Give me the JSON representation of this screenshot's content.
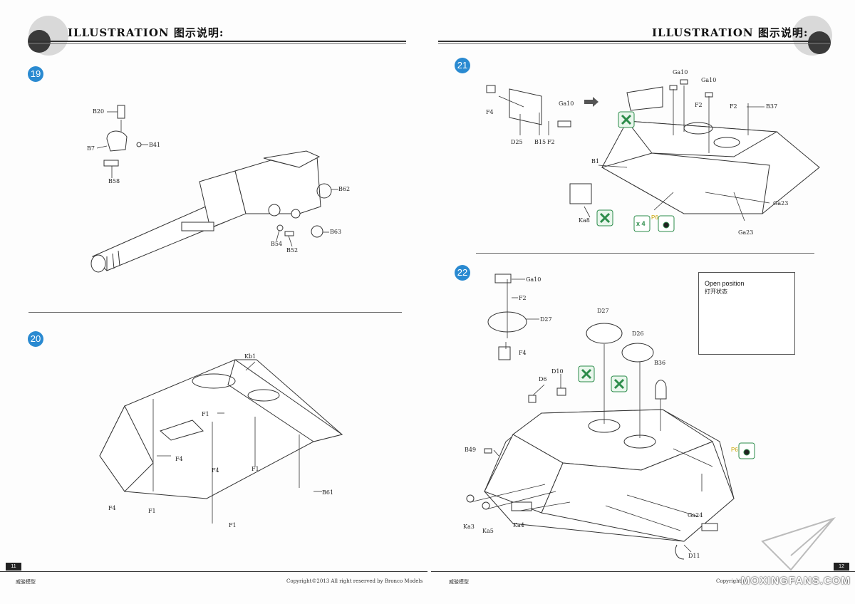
{
  "header": {
    "title_left": "ILLUSTRATION 图示说明:",
    "title_right": "ILLUSTRATION 图示说明:"
  },
  "steps": {
    "s19": {
      "num": "19",
      "labels": {
        "b20": "B20",
        "b7": "B7",
        "b41": "B41",
        "b58": "B58",
        "b62": "B62",
        "b63": "B63",
        "b54": "B54",
        "b52": "B52"
      }
    },
    "s20": {
      "num": "20",
      "labels": {
        "kb1": "Kb1",
        "f1a": "F1",
        "f4a": "F4",
        "f4b": "F4",
        "f1b": "F1",
        "f4c": "F4",
        "f1c": "F1",
        "f1d": "F1",
        "b61": "B61"
      }
    },
    "s21": {
      "num": "21",
      "labels": {
        "f4": "F4",
        "d25": "D25",
        "b15": "B15",
        "f2a": "F2",
        "ga10a": "Ga10",
        "ga10b": "Ga10",
        "ga10c": "Ga10",
        "f2b": "F2",
        "f2c": "F2",
        "b37": "B37",
        "b1": "B1",
        "ka8": "Ka8",
        "ga23a": "Ga23",
        "ga23b": "Ga23",
        "x4": "x 4",
        "p6": "P6"
      }
    },
    "s22": {
      "num": "22",
      "labels": {
        "ga10": "Ga10",
        "f2": "F2",
        "d27a": "D27",
        "f4": "F4",
        "d27b": "D27",
        "d26": "D26",
        "b36": "B36",
        "d10": "D10",
        "d6": "D6",
        "b49": "B49",
        "p6": "P6",
        "ka3": "Ka3",
        "ka5": "Ka5",
        "ka4": "Ka4",
        "ga24": "Ga24",
        "d11": "D11"
      }
    }
  },
  "callout": {
    "line1": "Open position",
    "line2": "打开状态"
  },
  "footer": {
    "page_left": "11",
    "page_right": "12",
    "brand_left": "威骏模型",
    "brand_right": "威骏模型",
    "copyright": "Copyright©2013  All right reserved by Bronco Models",
    "copyright_right": "Copyright",
    "watermark": "MOXINGFANS.COM"
  }
}
